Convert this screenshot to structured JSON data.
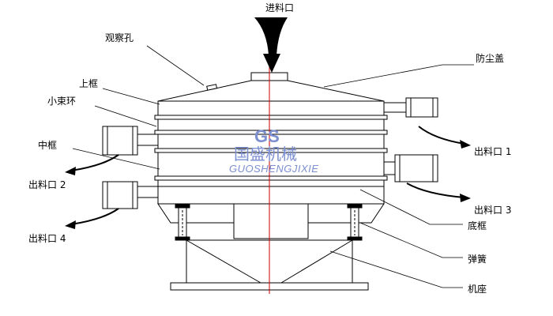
{
  "labels": {
    "inlet": "进料口",
    "observation_hole": "观察孔",
    "dust_cover": "防尘盖",
    "upper_frame": "上框",
    "small_clamp_ring": "小束环",
    "middle_frame": "中框",
    "outlet_1": "出料口 1",
    "outlet_2": "出料口 2",
    "outlet_3": "出料口 3",
    "outlet_4": "出料口 4",
    "bottom_frame": "底框",
    "spring": "弹簧",
    "base": "机座"
  },
  "watermark": {
    "logo": "GS",
    "name_cn": "国盛机械",
    "name_pinyin": "GUOSHENGJIXIE",
    "logo_color": "#7b8fd1",
    "logo_accent": "#e06060"
  },
  "colors": {
    "line": "#000000",
    "center_line": "#cc0000"
  }
}
